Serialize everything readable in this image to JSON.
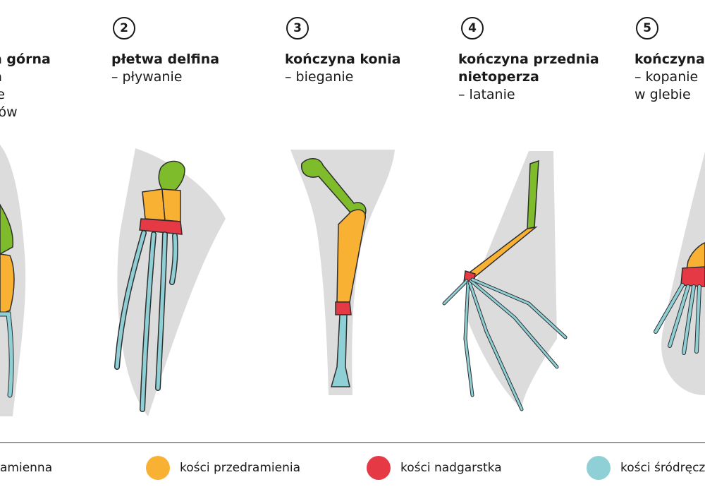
{
  "colors": {
    "arm": "#7fbc2c",
    "forearm": "#f9b134",
    "carpal": "#e63946",
    "metacarpal": "#8fd0d6",
    "outline": "#2e2e2e",
    "silhouette": "#dcdcdc"
  },
  "panels": [
    {
      "number": "",
      "title_lines": [
        "a górna",
        "a"
      ],
      "sub_lines": [
        "ie",
        "tów"
      ]
    },
    {
      "number": "2",
      "title_lines": [
        "płetwa delfina"
      ],
      "sub_lines": [
        "– pływanie"
      ]
    },
    {
      "number": "3",
      "title_lines": [
        "kończyna konia"
      ],
      "sub_lines": [
        "– bieganie"
      ]
    },
    {
      "number": "4",
      "title_lines": [
        "kończyna przednia",
        "nietoperza"
      ],
      "sub_lines": [
        "– latanie"
      ]
    },
    {
      "number": "5",
      "title_lines": [
        "kończyna"
      ],
      "sub_lines": [
        "– kopanie",
        "w glebie"
      ]
    }
  ],
  "legend": [
    {
      "label": "amienna",
      "color_key": "arm"
    },
    {
      "label": "kości przedramienia",
      "color_key": "forearm"
    },
    {
      "label": "kości nadgarstka",
      "color_key": "carpal"
    },
    {
      "label": "kości śródręcz",
      "color_key": "metacarpal"
    }
  ]
}
